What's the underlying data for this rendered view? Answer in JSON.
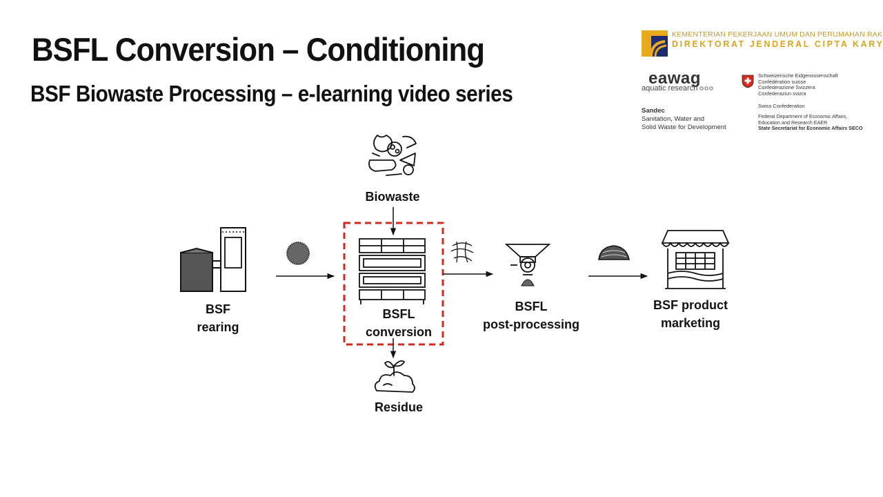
{
  "header": {
    "title": "BSFL Conversion – Conditioning",
    "subtitle": "BSF Biowaste Processing – e-learning video series"
  },
  "logos": {
    "pu_line1": "KEMENTERIAN PEKERJAAN UMUM DAN PERUMAHAN RAKYAT",
    "pu_line2": "DIREKTORAT JENDERAL CIPTA KARYA",
    "eawag_name": "eawag",
    "eawag_sub": "aquatic research",
    "sandec_head": "Sandec",
    "sandec_line1": "Sanitation, Water and",
    "sandec_line2": "Solid Waste for Development",
    "swiss_lines": [
      "Schweizerische Eidgenossenschaft",
      "Confédération suisse",
      "Confederazione Svizzera",
      "Confederaziun svizra"
    ],
    "swiss_conf": "Swiss Confederation",
    "swiss_dept1": "Federal Department of Economic Affairs,",
    "swiss_dept2": "Education and Research EAER",
    "swiss_dept3": "State Secretariat for Economic Affairs SECO"
  },
  "diagram": {
    "biowaste": "Biowaste",
    "rearing": [
      "BSF",
      "rearing"
    ],
    "conversion": [
      "BSFL",
      "conversion"
    ],
    "postprocessing": [
      "BSFL",
      "post-processing"
    ],
    "marketing": [
      "BSF product",
      "marketing"
    ],
    "residue": "Residue",
    "highlight_color": "#cc2a1f"
  }
}
